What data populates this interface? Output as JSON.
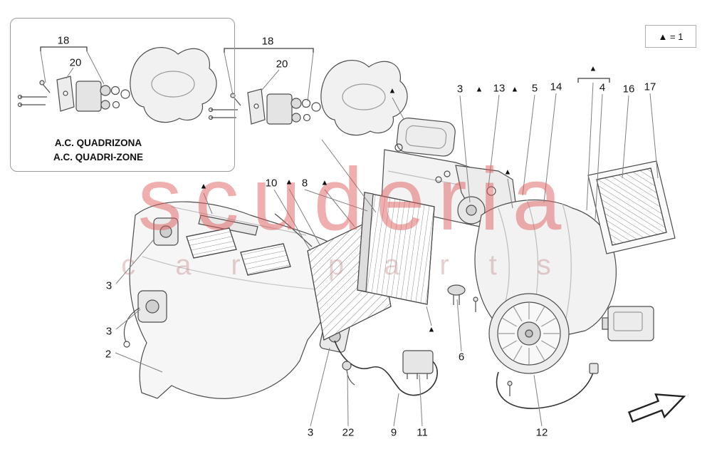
{
  "legend": {
    "text": "▲ = 1"
  },
  "glyphs": {
    "triangle": "▲"
  },
  "inset": {
    "caption_line1": "A.C. QUADRIZONA",
    "caption_line2": "A.C. QUADRI-ZONE"
  },
  "callouts": {
    "inset_18": "18",
    "inset_20": "20",
    "detail_18": "18",
    "detail_20": "20",
    "top_3": "3",
    "top_13": "13",
    "top_5": "5",
    "top_14": "14",
    "top_4": "4",
    "top_16": "16",
    "top_17": "17",
    "mid_10": "10",
    "mid_8": "8",
    "left_3a": "3",
    "left_3b": "3",
    "left_2": "2",
    "center_6": "6",
    "bottom_3": "3",
    "bottom_22": "22",
    "bottom_9": "9",
    "bottom_11": "11",
    "bottom_12": "12"
  },
  "watermark": {
    "line1": "scuderia",
    "line2": "car parts"
  }
}
